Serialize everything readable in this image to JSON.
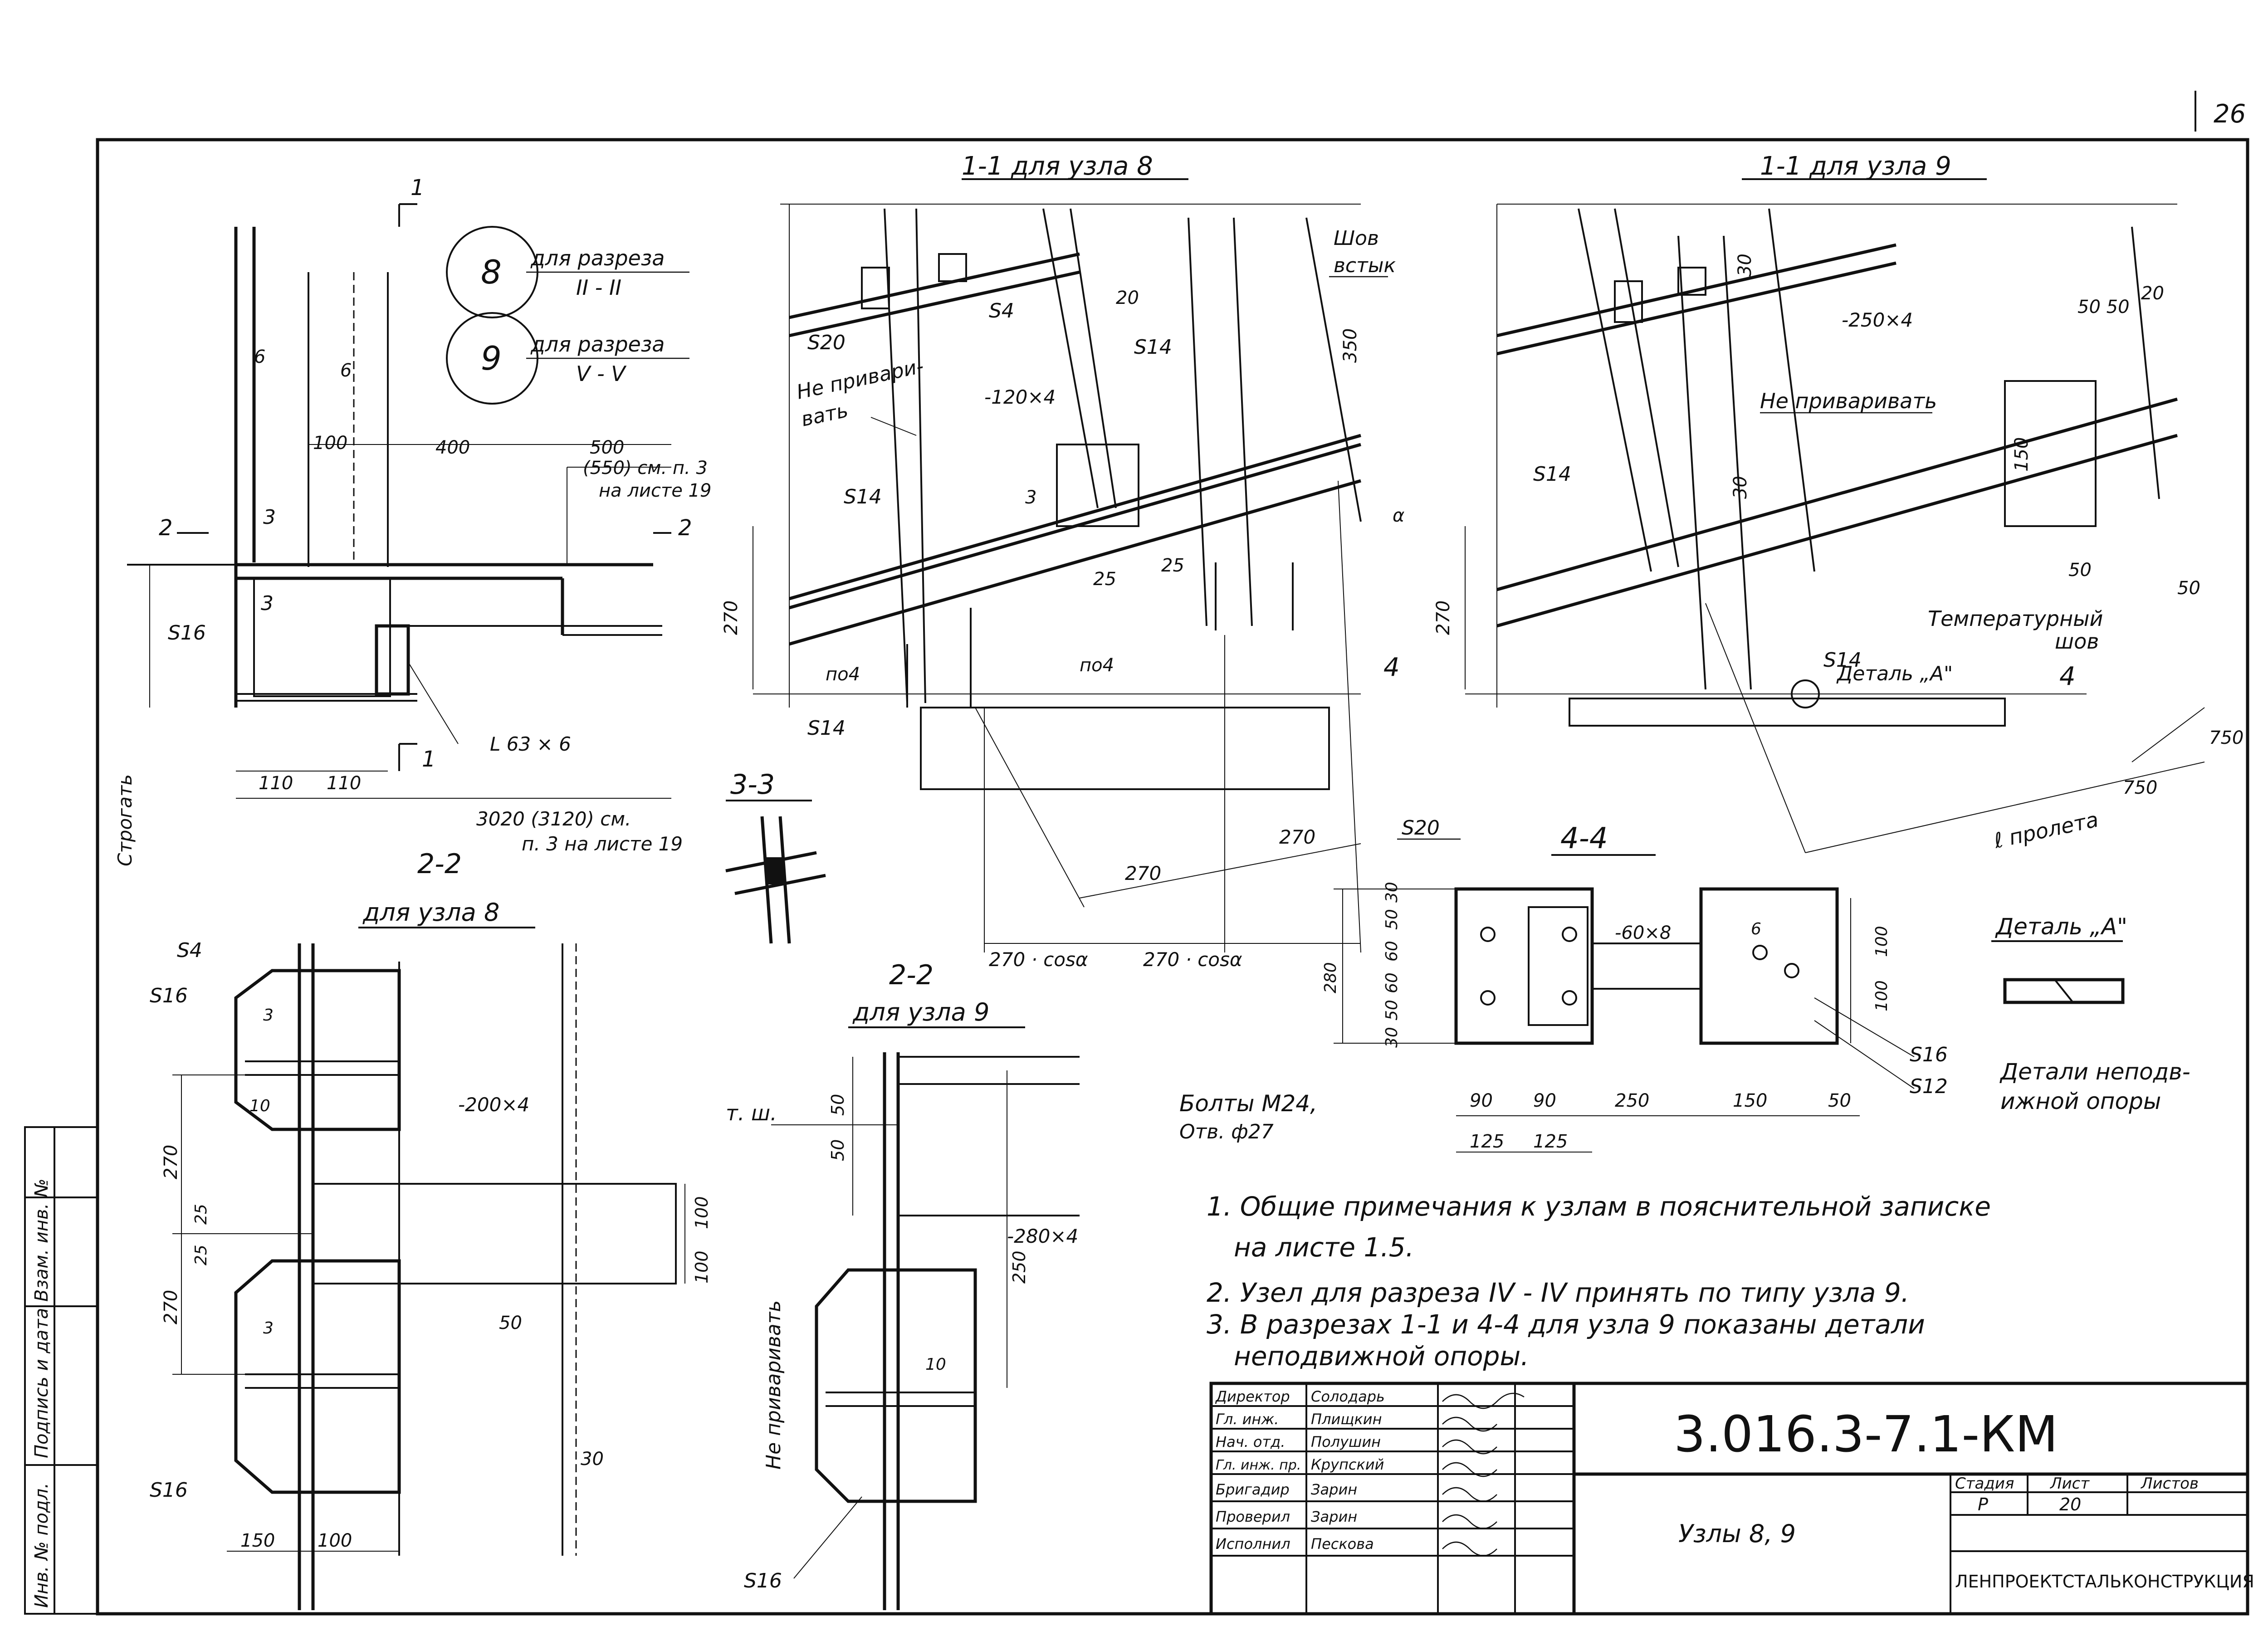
{
  "sheet_number": "26",
  "views": {
    "v11_node8": "1-1 для узла 8",
    "v11_node9": "1-1 для узла 9",
    "v22_node8_a": "2-2",
    "v22_node8_b": "для узла 8",
    "v22_node9_a": "2-2",
    "v22_node9_b": "для узла 9",
    "v33": "3-3",
    "v44": "4-4",
    "detail_a": "Деталь „А\""
  },
  "legend": {
    "c8": "8",
    "c8_t1": "для разреза",
    "c8_t2": "II - II",
    "c9": "9",
    "c9_t1": "для разреза",
    "c9_t2": "V - V"
  },
  "plan": {
    "mark1": "1",
    "mark2": "2",
    "mark3": "3",
    "dim400": "400",
    "dim500": "500",
    "note500a": "(550) см. п. 3",
    "note500b": "на листе 19",
    "dim100": "100",
    "six1": "6",
    "six2": "6",
    "s16": "S16",
    "angle": "L 63 × 6",
    "d110a": "110",
    "d110b": "110",
    "d3020a": "3020 (3120) см.",
    "d3020b": "п. 3 на листе 19",
    "strogat": "Строгать"
  },
  "n8": {
    "s20": "S20",
    "s4": "S4",
    "s14a": "S14",
    "s14b": "S14",
    "s14c": "S14",
    "nopriv1": "Не привари-",
    "nopriv2": "вать",
    "plate": "-120×4",
    "d20": "20",
    "d350": "350",
    "shov1": "Шов",
    "shov2": "встык",
    "d25a": "25",
    "d25b": "25",
    "d270": "270",
    "d3": "3",
    "po4a": "по4",
    "po4b": "по4",
    "alpha": "α",
    "d270b": "270",
    "d270c": "270",
    "cos1": "270 · cosα",
    "cos2": "270 · cosα",
    "m4": "4"
  },
  "n9": {
    "plate": "-250×4",
    "d30a": "30",
    "d30b": "30",
    "d5050": "50 50",
    "d20": "20",
    "nopriv": "Не приваривать",
    "d150": "150",
    "s14a": "S14",
    "s14b": "S14",
    "d270": "270",
    "temp1": "Температурный",
    "temp2": "шов",
    "detA": "Деталь „А\"",
    "d50a": "50",
    "d50b": "50",
    "m4": "4",
    "d750a": "750",
    "d750b": "750",
    "span": "ℓ пролета"
  },
  "s22a": {
    "s4": "S4",
    "s16a": "S16",
    "s16b": "S16",
    "plate": "-200×4",
    "d270a": "270",
    "d270b": "270",
    "d25a": "25",
    "d25b": "25",
    "d100a": "100",
    "d100b": "100",
    "d50": "50",
    "d30": "30",
    "d150": "150",
    "d100c": "100",
    "t3a": "3",
    "t3b": "3",
    "t10": "10"
  },
  "s22b": {
    "tsh": "т. ш.",
    "d50a": "50",
    "d50b": "50",
    "plate": "-280×4",
    "d250": "250",
    "nopriv": "Не приваривать",
    "s16": "S16",
    "t10": "10"
  },
  "s44": {
    "s20": "S20",
    "plate": "-60×8",
    "d30a": "30",
    "d50a": "50",
    "d60a": "60",
    "d280": "280",
    "d60b": "60",
    "d50b": "50",
    "d30b": "30",
    "d90a": "90",
    "d90b": "90",
    "d250": "250",
    "d150": "150",
    "d50c": "50",
    "d125a": "125",
    "d125b": "125",
    "d100a": "100",
    "d100b": "100",
    "s16": "S16",
    "s12": "S12",
    "bolts1": "Болты М24,",
    "bolts2": "Отв. ф27",
    "fixed1": "Детали неподв-",
    "fixed2": "ижной опоры",
    "six": "6"
  },
  "notes": [
    "1. Общие примечания к узлам в пояснительной записке",
    "на листе 1.5.",
    "2. Узел для разреза IV - IV принять по типу узла 9.",
    "3. В разрезах 1-1 и 4-4 для узла 9 показаны детали",
    "неподвижной опоры."
  ],
  "side_stamp": [
    "Инв. № подл.",
    "Подпись и дата",
    "Взам. инв. №"
  ],
  "title_block": {
    "code": "3.016.3-7.1-КМ",
    "title": "Узлы 8, 9",
    "org": "ЛЕНПРОЕКТСТАЛЬКОНСТРУКЦИЯ",
    "stage_h": "Стадия",
    "sheet_h": "Лист",
    "sheets_h": "Листов",
    "stage": "Р",
    "sheet": "20",
    "roles": [
      {
        "role": "Директор",
        "name": "Солодарь"
      },
      {
        "role": "Гл. инж.",
        "name": "Плищкин"
      },
      {
        "role": "Нач. отд.",
        "name": "Полушин"
      },
      {
        "role": "Гл. инж. пр.",
        "name": "Крупский"
      },
      {
        "role": "Бригадир",
        "name": "Зарин"
      },
      {
        "role": "Проверил",
        "name": "Зарин"
      },
      {
        "role": "Исполнил",
        "name": "Пескова"
      }
    ]
  }
}
